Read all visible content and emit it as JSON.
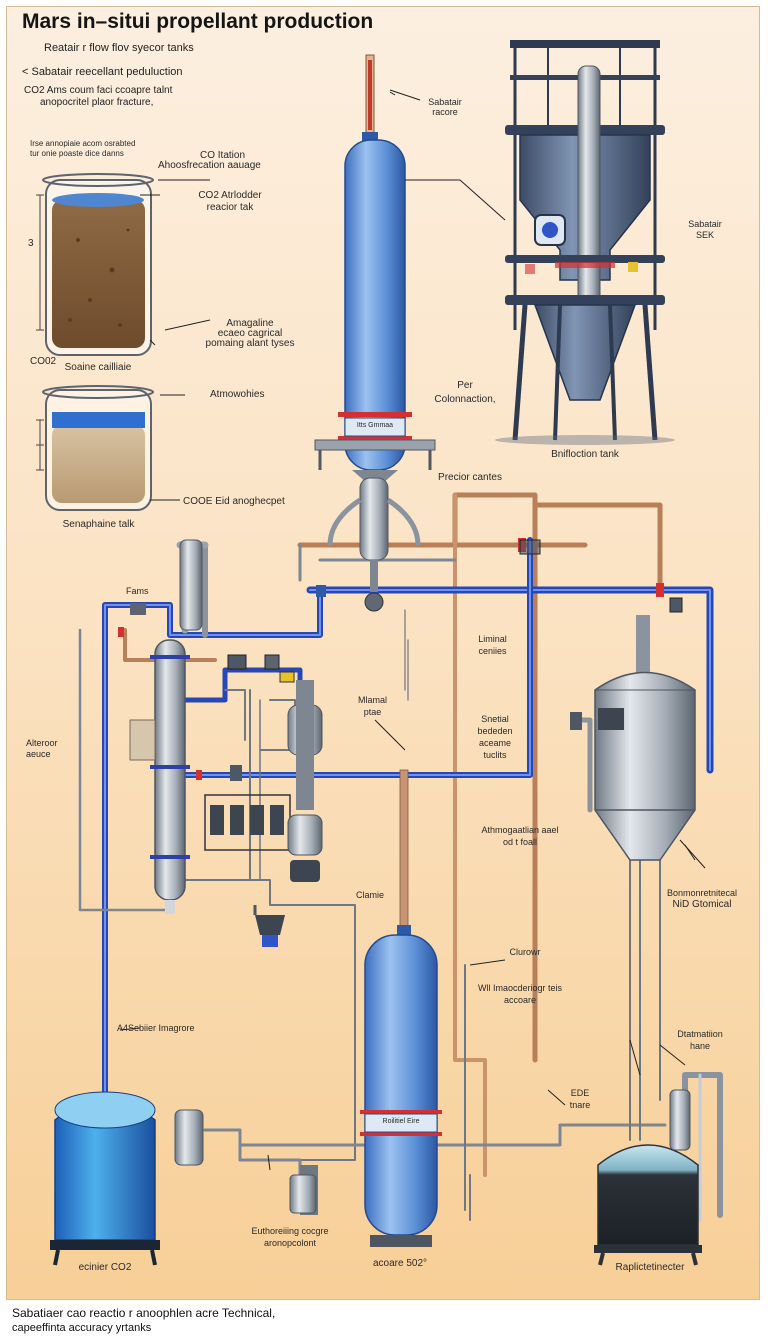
{
  "header": {
    "title": "Mars in–situi propellant production",
    "subtitle_1": "Reatair r flow flov syecor tanks",
    "subtitle_2": "< Sabatair reecellant peduluction",
    "subtitle_3": "CO2 Ams coum faci ccoapre talnt",
    "subtitle_4": "anopocritel plaor fracture,"
  },
  "labels": {
    "tiny_note_1": "Irse annopiaie acom osrabted",
    "tiny_note_2": "tur onie poaste dice danns",
    "co2_station": "CO Itation",
    "atmo_storage": "Ahoosfrecation aauage",
    "co2_strobe_1": "CO2 Atrlodder",
    "co2_strobe_2": "reacior tak",
    "dim_3": "3",
    "atmo_processing_1": "Amagaline",
    "atmo_processing_2": "ecaeo cagrical",
    "atmo_processing_3": "pomaing alant tyses",
    "co2_left": "CO02",
    "beaker1_caption": "Soaine cailliaie",
    "atmosphere": "Atmowohies",
    "co2e_atmo": "COOE Eid anoghecpet",
    "beaker2_caption": "Senaphaine talk",
    "sabatier_reactor_1": "Sabatair",
    "sabatier_reactor_2": "racore",
    "sabatier_right_1": "Sabatair",
    "sabatier_right_2": "SEK",
    "per_1": "Per",
    "per_2": "Colonnaction,",
    "column_band": "Itts Gmmaa",
    "pipeline_band": "Bnifloction tank",
    "reactor_centes": "Precior cantes",
    "fans": "Fams",
    "liminal_1": "Liminal",
    "liminal_2": "ceniies",
    "mineral_1": "Mlamal",
    "mineral_2": "ptae",
    "special_1": "Snetial",
    "special_2": "bededen",
    "special_3": "aceame",
    "special_4": "tuclits",
    "alteroor_1": "Alteroor",
    "alteroor_2": "aeuce",
    "atmo_feed_1": "Athmogaatlian aael",
    "atmo_feed_2": "od t foall",
    "chamie": "Clamie",
    "bottom_right_1": "Bonmonretnitecal",
    "bottom_right_2": "NiD Gtomical",
    "clurowr": "Clurowr",
    "will_1": "Wll Imaocderiogr teis",
    "will_2": "accoare",
    "sabatier_imager": "A4Sebiier Imagrore",
    "distribution_1": "Dtatmatiion",
    "distribution_2": "hane",
    "ede_1": "EDE",
    "ede_2": "tnare",
    "tank_band": "Roilitiel Eire",
    "exchange_1": "Euthoreiiing cocgre",
    "exchange_2": "aronopcolont",
    "tank_left": "ecinier CO2",
    "tank_center": "acoare 502°",
    "tank_right": "Raplictetinecter"
  },
  "footer": {
    "line_1": "Sabatiaer cao reactio r anoophlen acre Technical,",
    "line_2": "capeeffinta accuracy yrtanks"
  },
  "colors": {
    "pipe_blue": "#2f55c8",
    "pipe_copper": "#c8906a",
    "vessel_blue": "#5b8fd6",
    "steel_grey": "#9aa3ad",
    "frame_navy": "#2d3a4f",
    "marker_red": "#d43030"
  }
}
